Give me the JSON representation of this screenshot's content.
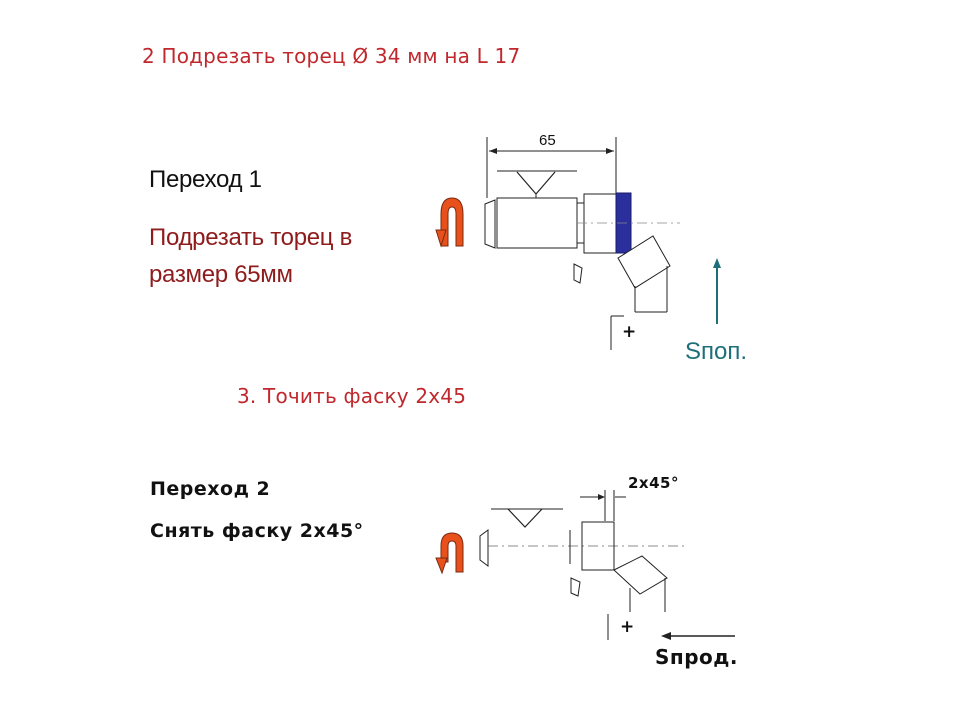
{
  "heading_op2": "2 Подрезать торец  Ø 34 мм на  L 17",
  "heading_op3": "3. Точить фаску 2х45",
  "transition1": {
    "title": "Переход 1",
    "desc_line1": "Подрезать торец в",
    "desc_line2": "размер 65мм",
    "dimension": "65",
    "feed_label": "Sпоп.",
    "plus": "+"
  },
  "transition2": {
    "title": "Переход 2",
    "desc": "Снять фаску 2х45°",
    "dimension": "2х45°",
    "feed_label": "Sпрод.",
    "plus": "+"
  },
  "colors": {
    "heading_red": "#c0282d",
    "desc_dark_red": "#8e1c1c",
    "rotation_arrow": "#e8501c",
    "face_blue": "#2b2f9e",
    "feed_arrow_teal": "#1f6f7a"
  }
}
